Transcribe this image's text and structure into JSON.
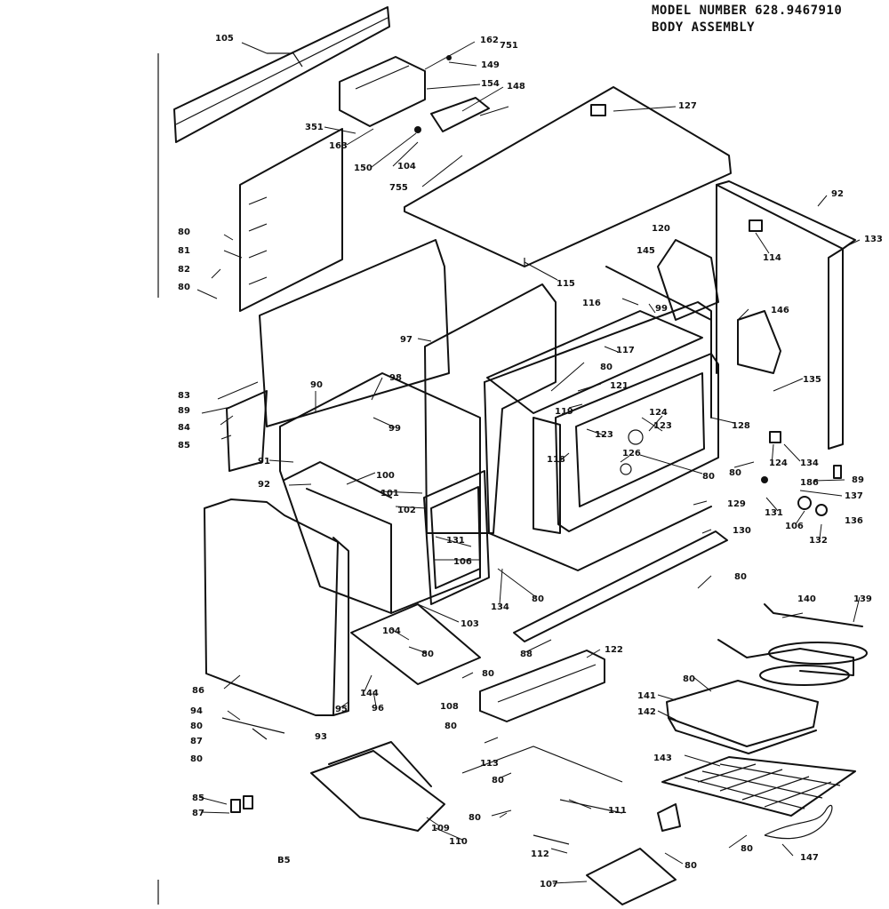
{
  "header": {
    "model_line": "MODEL NUMBER 628.9467910",
    "assembly_line": "BODY ASSEMBLY"
  },
  "footer_code": "B5",
  "labels": {
    "l105": "105",
    "l162": "162",
    "l751": "751",
    "l149": "149",
    "l154": "154",
    "l148": "148",
    "l351": "351",
    "l163": "163",
    "l150": "150",
    "l104a": "104",
    "l755": "755",
    "l127": "127",
    "l92a": "92",
    "l133": "133",
    "l114": "114",
    "l120": "120",
    "l145": "145",
    "l80a": "80",
    "l81": "81",
    "l82": "82",
    "l80b": "80",
    "l115": "115",
    "l116": "116",
    "l99a": "99",
    "l146": "146",
    "l97": "97",
    "l117": "117",
    "l80c": "80",
    "l121": "121",
    "l83": "83",
    "l89": "89",
    "l84": "84",
    "l85": "85",
    "l90": "90",
    "l98": "98",
    "l99b": "99",
    "l119": "119",
    "l124a": "124",
    "l123a": "123",
    "l123b": "123",
    "l128": "128",
    "l135": "135",
    "l118": "118",
    "l126": "126",
    "l80d": "80",
    "l124b": "124",
    "l134a": "134",
    "l80e": "80",
    "l186": "186",
    "l89b": "89",
    "l137": "137",
    "l91": "91",
    "l100": "100",
    "l92b": "92",
    "l101": "101",
    "l102": "102",
    "l131a": "131",
    "l106a": "106",
    "l136": "136",
    "l131b": "131",
    "l106b": "106",
    "l132": "132",
    "l129": "129",
    "l130": "130",
    "l134b": "134",
    "l80f": "80",
    "l80g": "80",
    "l140": "140",
    "l139": "139",
    "l104b": "104",
    "l103": "103",
    "l80h": "80",
    "l88": "88",
    "l122": "122",
    "l86": "86",
    "l144": "144",
    "l95": "95",
    "l96": "96",
    "l80i": "80",
    "l80j": "80",
    "l141": "141",
    "l142": "142",
    "l94": "94",
    "l80k": "80",
    "l87a": "87",
    "l80l": "80",
    "l93": "93",
    "l108": "108",
    "l80m": "80",
    "l143": "143",
    "l113": "113",
    "l80n": "80",
    "l85b": "85",
    "l87b": "87",
    "l111": "111",
    "l80o": "80",
    "l109": "109",
    "l110": "110",
    "l80p": "80",
    "l112": "112",
    "l80q": "80",
    "l147": "147",
    "l107": "107"
  }
}
